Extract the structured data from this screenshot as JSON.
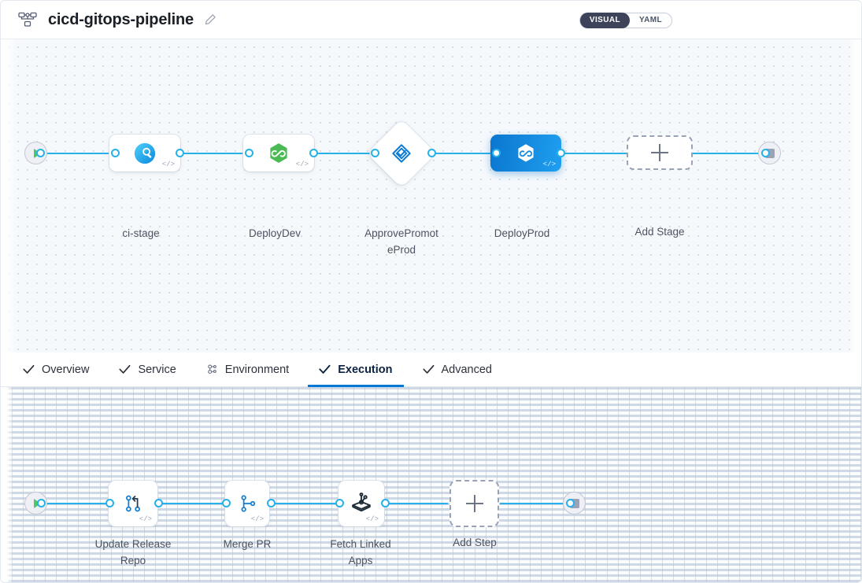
{
  "header": {
    "pipeline_icon": "pipeline-nodes-icon",
    "title": "cicd-gitops-pipeline",
    "edit_icon": "pencil-edit-icon",
    "view_toggle": {
      "visual_label": "VISUAL",
      "yaml_label": "YAML",
      "selected": "VISUAL",
      "active_bg": "#3d4459"
    }
  },
  "colors": {
    "edge": "#28b0e8",
    "selected_node": "#0b76cf",
    "tab_active_underline": "#0278d5",
    "canvas_bg": "#f6f9fc",
    "start_play": "#4dc76a",
    "stop_square": "#9aa2b5"
  },
  "stage_graph": {
    "start_node": {
      "name": "pipeline-start",
      "icon": "play-icon"
    },
    "end_node": {
      "name": "pipeline-end",
      "icon": "stop-icon"
    },
    "stages": [
      {
        "label": "ci-stage",
        "icon": "harness-ci-icon",
        "shape": "card",
        "selected": false,
        "has_code_badge": true
      },
      {
        "label": "DeployDev",
        "icon": "gitops-hexagon-green-icon",
        "shape": "card",
        "selected": false,
        "has_code_badge": true
      },
      {
        "label": "ApprovePromoteProd",
        "label_line1": "ApprovePromot",
        "label_line2": "eProd",
        "icon": "approval-diamond-icon",
        "shape": "diamond",
        "selected": false,
        "has_code_badge": false
      },
      {
        "label": "DeployProd",
        "icon": "gitops-hexagon-white-icon",
        "shape": "card",
        "selected": true,
        "has_code_badge": true
      }
    ],
    "add_stage": {
      "label": "Add Stage",
      "icon": "plus-icon"
    }
  },
  "tabs": [
    {
      "label": "Overview",
      "icon": "check-icon",
      "active": false
    },
    {
      "label": "Service",
      "icon": "check-icon",
      "active": false
    },
    {
      "label": "Environment",
      "icon": "infrastructure-icon",
      "active": false
    },
    {
      "label": "Execution",
      "icon": "check-icon",
      "active": true
    },
    {
      "label": "Advanced",
      "icon": "check-icon",
      "active": false
    }
  ],
  "step_graph": {
    "start_node": {
      "name": "execution-start",
      "icon": "play-icon"
    },
    "end_node": {
      "name": "execution-end",
      "icon": "stop-icon"
    },
    "steps": [
      {
        "label": "Update Release Repo",
        "label_line1": "Update Release",
        "label_line2": "Repo",
        "icon": "update-release-repo-icon",
        "has_code_badge": true
      },
      {
        "label": "Merge PR",
        "label_line1": "Merge PR",
        "label_line2": "",
        "icon": "merge-pr-icon",
        "has_code_badge": true
      },
      {
        "label": "Fetch Linked Apps",
        "label_line1": "Fetch Linked",
        "label_line2": "Apps",
        "icon": "fetch-linked-apps-icon",
        "has_code_badge": true
      }
    ],
    "add_step": {
      "label": "Add Step",
      "icon": "plus-icon"
    }
  }
}
